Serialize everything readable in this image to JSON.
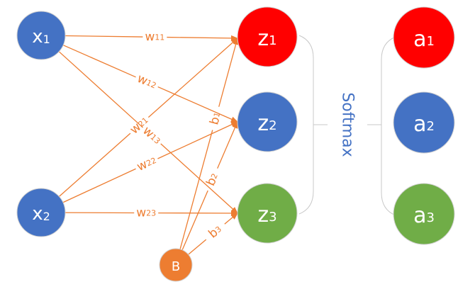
{
  "colors": {
    "input": "#4472C4",
    "edge": "#ED7D31",
    "bias": "#ED7D31",
    "class1": "#FF0000",
    "class2": "#4472C4",
    "class3": "#70AD47",
    "bracket": "#C8C8C8",
    "softmax_text": "#4472C4"
  },
  "nodes": {
    "x1": {
      "base": "x",
      "sub": "1"
    },
    "x2": {
      "base": "x",
      "sub": "2"
    },
    "b": {
      "base": "B",
      "sub": ""
    },
    "z1": {
      "base": "z",
      "sub": "1"
    },
    "z2": {
      "base": "z",
      "sub": "2"
    },
    "z3": {
      "base": "z",
      "sub": "3"
    },
    "a1": {
      "base": "a",
      "sub": "1"
    },
    "a2": {
      "base": "a",
      "sub": "2"
    },
    "a3": {
      "base": "a",
      "sub": "3"
    }
  },
  "edges": [
    {
      "from": "x1",
      "to": "z1",
      "label_base": "w",
      "label_sub": "11"
    },
    {
      "from": "x1",
      "to": "z2",
      "label_base": "w",
      "label_sub": "12"
    },
    {
      "from": "x1",
      "to": "z3",
      "label_base": "w",
      "label_sub": "13"
    },
    {
      "from": "x2",
      "to": "z1",
      "label_base": "w",
      "label_sub": "21"
    },
    {
      "from": "x2",
      "to": "z2",
      "label_base": "w",
      "label_sub": "22"
    },
    {
      "from": "x2",
      "to": "z3",
      "label_base": "w",
      "label_sub": "23"
    },
    {
      "from": "b",
      "to": "z1",
      "label_base": "b",
      "label_sub": "1"
    },
    {
      "from": "b",
      "to": "z2",
      "label_base": "b",
      "label_sub": "2"
    },
    {
      "from": "b",
      "to": "z3",
      "label_base": "b",
      "label_sub": "3"
    }
  ],
  "softmax_label": "Softmax"
}
